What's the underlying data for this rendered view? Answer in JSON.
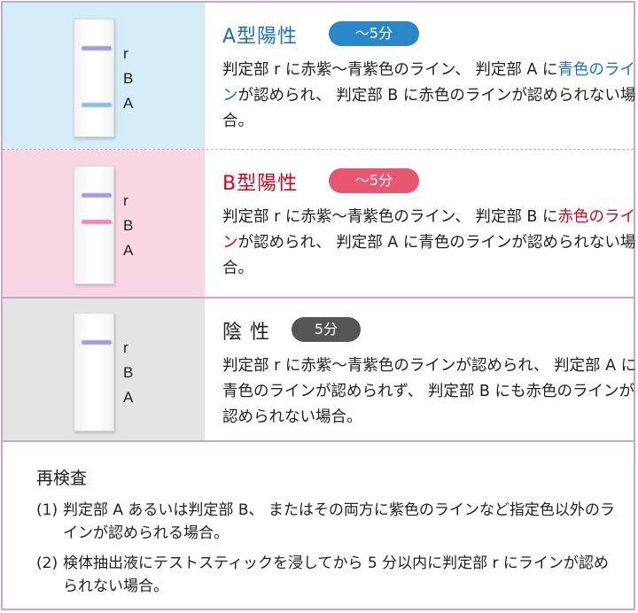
{
  "results": [
    {
      "id": "a",
      "title": "A型陽性",
      "time": "～5分",
      "colors": {
        "left_bg": "#d3ecf8",
        "badge": "#2b86c8",
        "title": "#1a6fcf"
      },
      "strip_labels": [
        "r",
        "B",
        "A"
      ],
      "desc_pre": "判定部 r に赤紫～青紫色のライン、 判定部 A に",
      "desc_hl": "青色のライン",
      "desc_post": "が認められ、 判定部 B に赤色のラインが認められない場合。"
    },
    {
      "id": "b",
      "title": "B型陽性",
      "time": "～5分",
      "colors": {
        "left_bg": "#f8d7e3",
        "badge": "#e9566f",
        "title": "#e3001b"
      },
      "strip_labels": [
        "r",
        "B",
        "A"
      ],
      "desc_pre": "判定部 r に赤紫～青紫色のライン、 判定部 B に",
      "desc_hl": "赤色のライン",
      "desc_post": "が認められ、 判定部 A に青色のラインが認められない場合。"
    },
    {
      "id": "n",
      "title": "陰 性",
      "time": "5分",
      "colors": {
        "left_bg": "#e4e4e4",
        "badge": "#555555",
        "title": "#222222"
      },
      "strip_labels": [
        "r",
        "B",
        "A"
      ],
      "desc": "判定部 r に赤紫～青紫色のラインが認められ、 判定部 A に青色のラインが認められず、 判定部 B にも赤色のラインが認められない場合。"
    }
  ],
  "retest": {
    "title": "再検査",
    "items": [
      {
        "num": "(1)",
        "text": "判定部 A あるいは判定部 B、 またはその両方に紫色のラインなど指定色以外のラインが認められる場合。"
      },
      {
        "num": "(2)",
        "text": "検体抽出液にテストスティックを浸してから 5 分以内に判定部 r にラインが認められない場合。"
      }
    ]
  }
}
